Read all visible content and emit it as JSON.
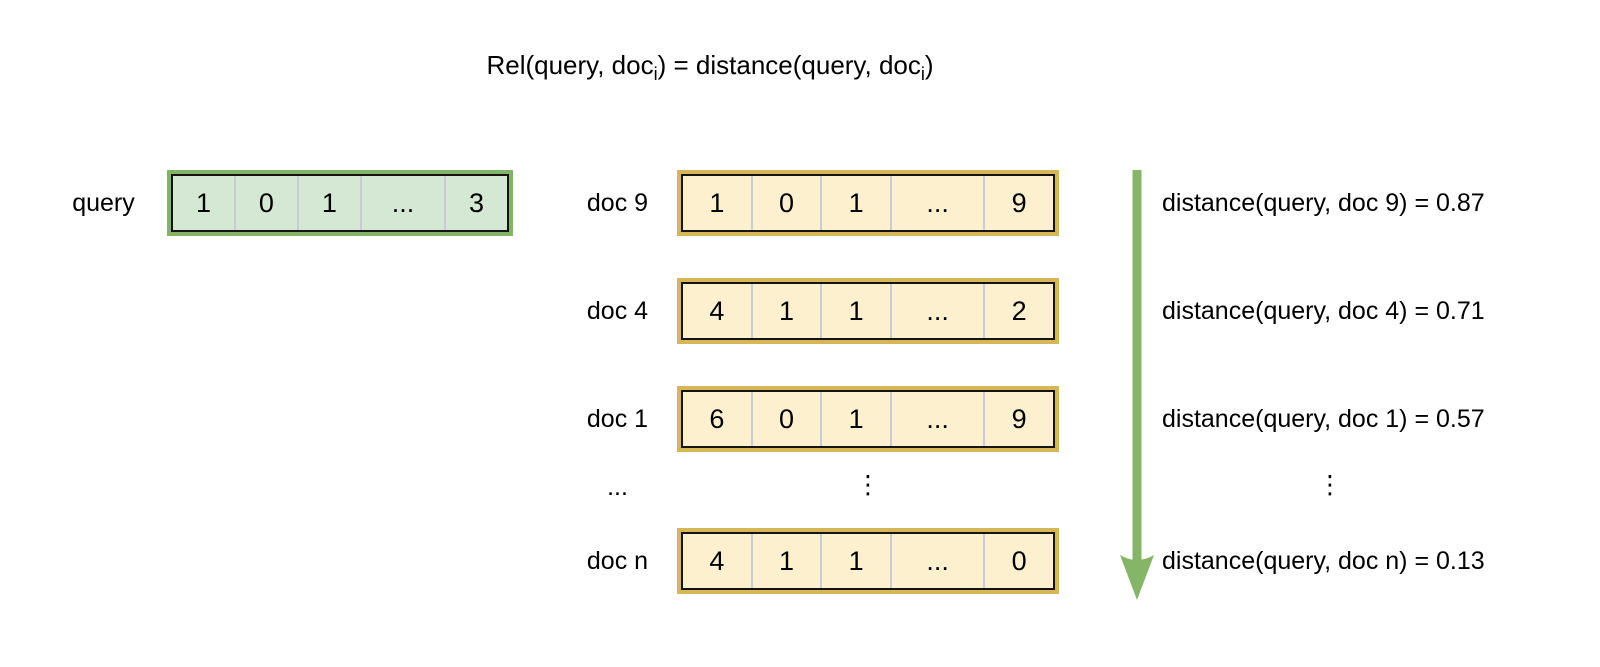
{
  "title": {
    "part1": "Rel(query, doc",
    "sub1": "i",
    "part2": ") = distance(query, doc",
    "sub2": "i",
    "part3": ")"
  },
  "query": {
    "label": "query",
    "cells": [
      "1",
      "0",
      "1",
      "...",
      "3"
    ]
  },
  "docs": [
    {
      "label": "doc 9",
      "cells": [
        "1",
        "0",
        "1",
        "...",
        "9"
      ],
      "distance": "distance(query, doc 9) = 0.87"
    },
    {
      "label": "doc 4",
      "cells": [
        "4",
        "1",
        "1",
        "...",
        "2"
      ],
      "distance": "distance(query, doc 4) = 0.71"
    },
    {
      "label": "doc 1",
      "cells": [
        "6",
        "0",
        "1",
        "...",
        "9"
      ],
      "distance": "distance(query, doc 1) = 0.57"
    },
    {
      "label": "doc n",
      "cells": [
        "4",
        "1",
        "1",
        "...",
        "0"
      ],
      "distance": "distance(query, doc n) = 0.13"
    }
  ],
  "ellipsis": {
    "labels_column": "...",
    "vectors_column": "⋮",
    "distances_column": "⋮"
  },
  "colors": {
    "query_fill": "#d5e8d4",
    "query_stroke": "#82b366",
    "doc_fill": "#fcf0ce",
    "doc_stroke": "#d6b656",
    "inner_stroke": "#141414",
    "cell_separator": "#c9cbd4",
    "arrow_green": "#85b566",
    "text": "#000000"
  }
}
